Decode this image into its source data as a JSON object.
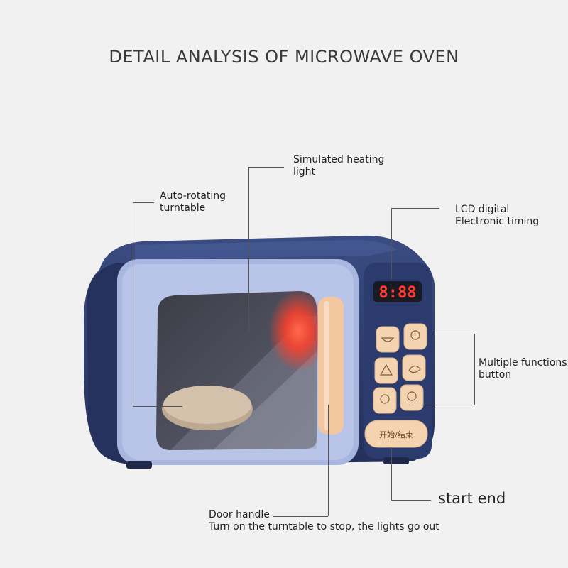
{
  "title": "DETAIL ANALYSIS OF MICROWAVE OVEN",
  "callouts": {
    "heating_light": [
      "Simulated heating",
      "light"
    ],
    "turntable": [
      "Auto-rotating",
      "turntable"
    ],
    "lcd": [
      "LCD digital",
      "Electronic timing"
    ],
    "functions": [
      "Multiple functions",
      "button"
    ],
    "start_end": "start end",
    "door_handle": [
      "Door handle",
      "Turn on the turntable to stop, the lights go out"
    ]
  },
  "microwave": {
    "lcd_display": "8:88",
    "start_button_label": "开始/结束",
    "colors": {
      "body": "#2f3f72",
      "door": "#a9b6df",
      "window": "#4b4b57",
      "handle": "#f2c7a0",
      "buttons": "#f4d3b0",
      "light": "#ff5a3c"
    }
  }
}
